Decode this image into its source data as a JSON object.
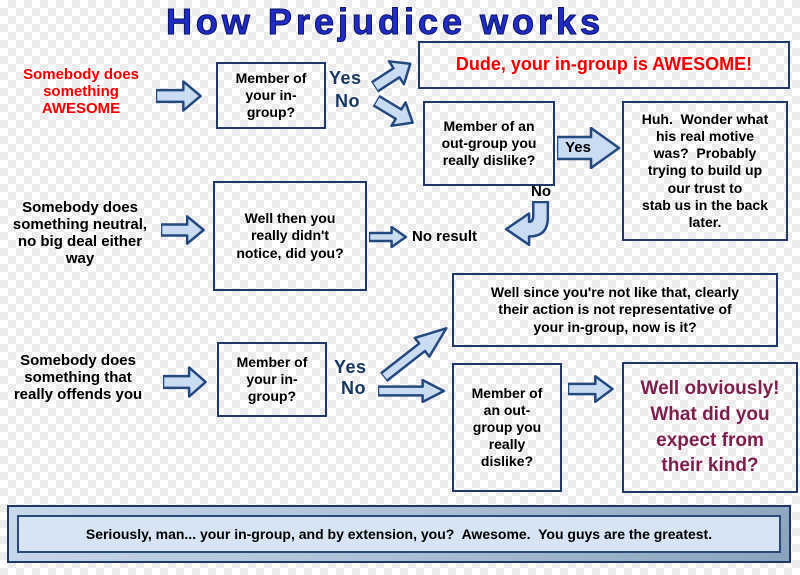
{
  "title": "How Prejudice works",
  "scenarios": {
    "awesome": "Somebody does\nsomething\nAWESOME",
    "neutral": "Somebody does\nsomething neutral,\nno big deal either\nway",
    "offends": "Somebody does\nsomething that\nreally offends you"
  },
  "boxes": {
    "ingroup_top": "Member of\nyour in-\ngroup?",
    "dude_awesome": "Dude, your in-group is AWESOME!",
    "outgroup_top": "Member of an\nout-group you\nreally dislike?",
    "real_motive": "Huh.  Wonder what\nhis real motive\nwas?  Probably\ntrying to build up\nour trust to\nstab us in the back\nlater.",
    "didnt_notice": "Well then you\nreally didn't\nnotice, did you?",
    "ingroup_bottom": "Member of\nyour in-\ngroup?",
    "not_representative": "Well since you're not like that, clearly\ntheir action is not representative of\nyour in-group, now is it?",
    "outgroup_bottom": "Member of\nan out-\ngroup you\nreally\ndislike?",
    "their_kind": "Well obviously!\nWhat did you\nexpect from\ntheir kind?"
  },
  "labels": {
    "yes_top": "Yes",
    "no_top": "No",
    "yes_arrow": "Yes",
    "no_branch": "No",
    "no_result": "No result",
    "yes_bottom": "Yes",
    "no_bottom": "No"
  },
  "banner": "Seriously, man... your in-group, and by extension, you?  Awesome.  You guys are the greatest.",
  "colors": {
    "title_blue": "#1F2BC4",
    "alert_red": "#EE0000",
    "plum": "#7D1F4E",
    "navy_border": "#1F3864",
    "arrow_fill": "#C9DCF2",
    "label_navy": "#17375E",
    "banner_fill": "#D6E4F4"
  }
}
